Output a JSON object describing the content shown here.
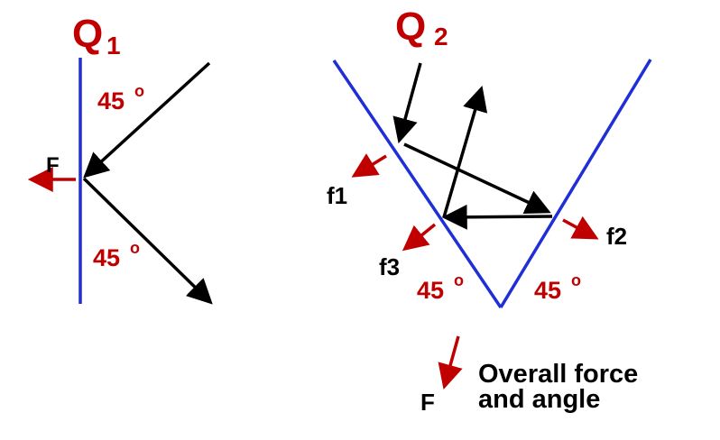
{
  "colors": {
    "mirror": "#1f2fd6",
    "ray": "#000000",
    "force": "#c00000",
    "label_red": "#c00000",
    "label_black": "#000000",
    "background": "#ffffff"
  },
  "q1": {
    "title_letter": "Q",
    "title_sub": "1",
    "angle_top": "45",
    "angle_bottom": "45",
    "angle_unit": "o",
    "force_label": "F"
  },
  "q2": {
    "title_letter": "Q",
    "title_sub": "2",
    "force_labels": [
      "f1",
      "f2",
      "f3"
    ],
    "angle_left": "45",
    "angle_right": "45",
    "angle_unit": "o"
  },
  "overall": {
    "force_label": "F",
    "caption_line1": "Overall force",
    "caption_line2": "and angle"
  }
}
